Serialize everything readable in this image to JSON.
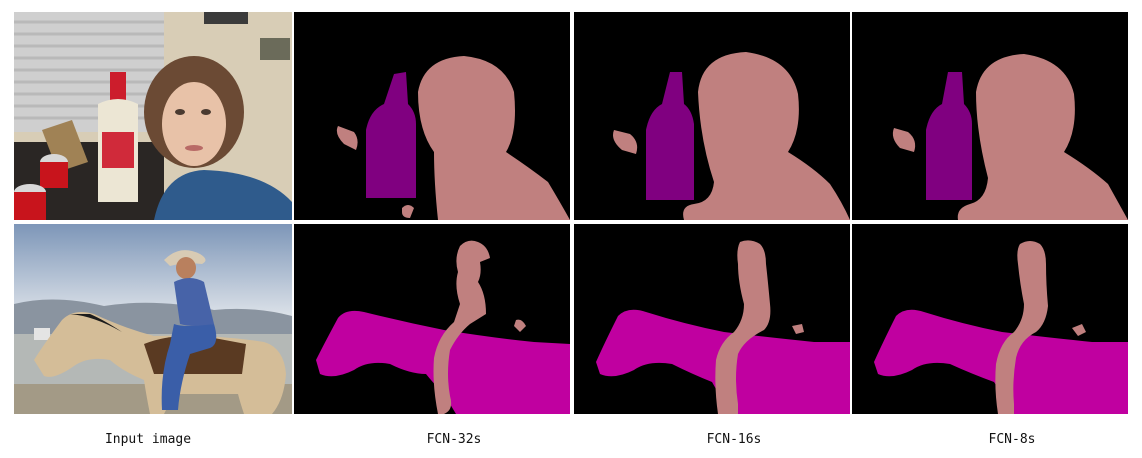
{
  "captions": [
    "Input image",
    "FCN-32s",
    "FCN-16s",
    "FCN-8s"
  ],
  "colors": {
    "background": "#000000",
    "person": "#c0807f",
    "bottle": "#800080",
    "horse": "#c000a0"
  }
}
